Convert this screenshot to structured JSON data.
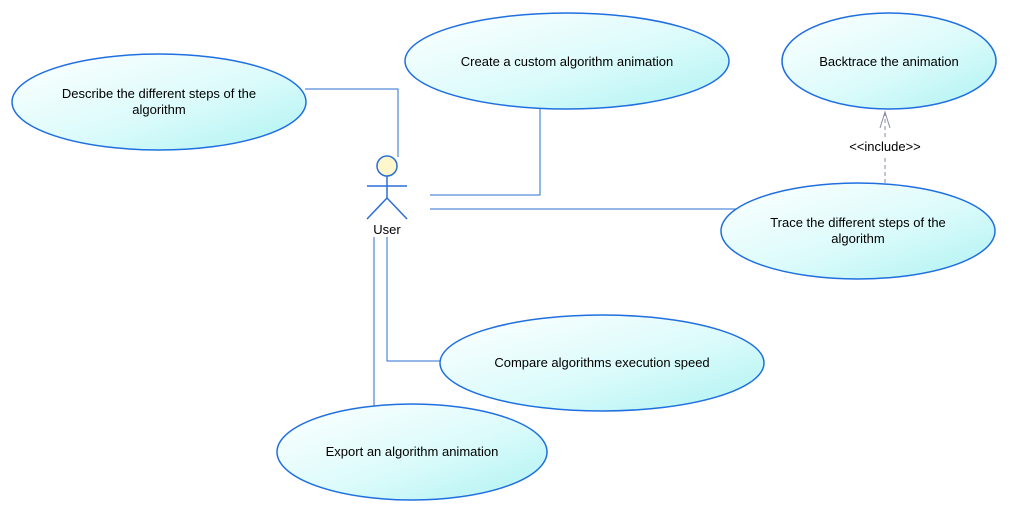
{
  "diagram": {
    "type": "use-case",
    "actor": {
      "name": "User"
    },
    "use_cases": {
      "describe_steps": {
        "lines": [
          "Describe the different steps of the",
          "algorithm"
        ]
      },
      "create_custom": {
        "lines": [
          "Create a custom algorithm animation"
        ]
      },
      "backtrace": {
        "lines": [
          "Backtrace the animation"
        ]
      },
      "trace_steps": {
        "lines": [
          "Trace the different steps of the",
          "algorithm"
        ]
      },
      "compare_speed": {
        "lines": [
          "Compare algorithms execution speed"
        ]
      },
      "export_animation": {
        "lines": [
          "Export an algorithm animation"
        ]
      }
    },
    "relations": {
      "include_label": "<<include>>"
    },
    "colors": {
      "ellipse_stroke": "#1f6fe0",
      "ellipse_fill_light": "#ffffff",
      "ellipse_fill_cyan": "#bff7f7",
      "line": "#2a6fd6",
      "include_line": "#8a8aa8"
    }
  }
}
